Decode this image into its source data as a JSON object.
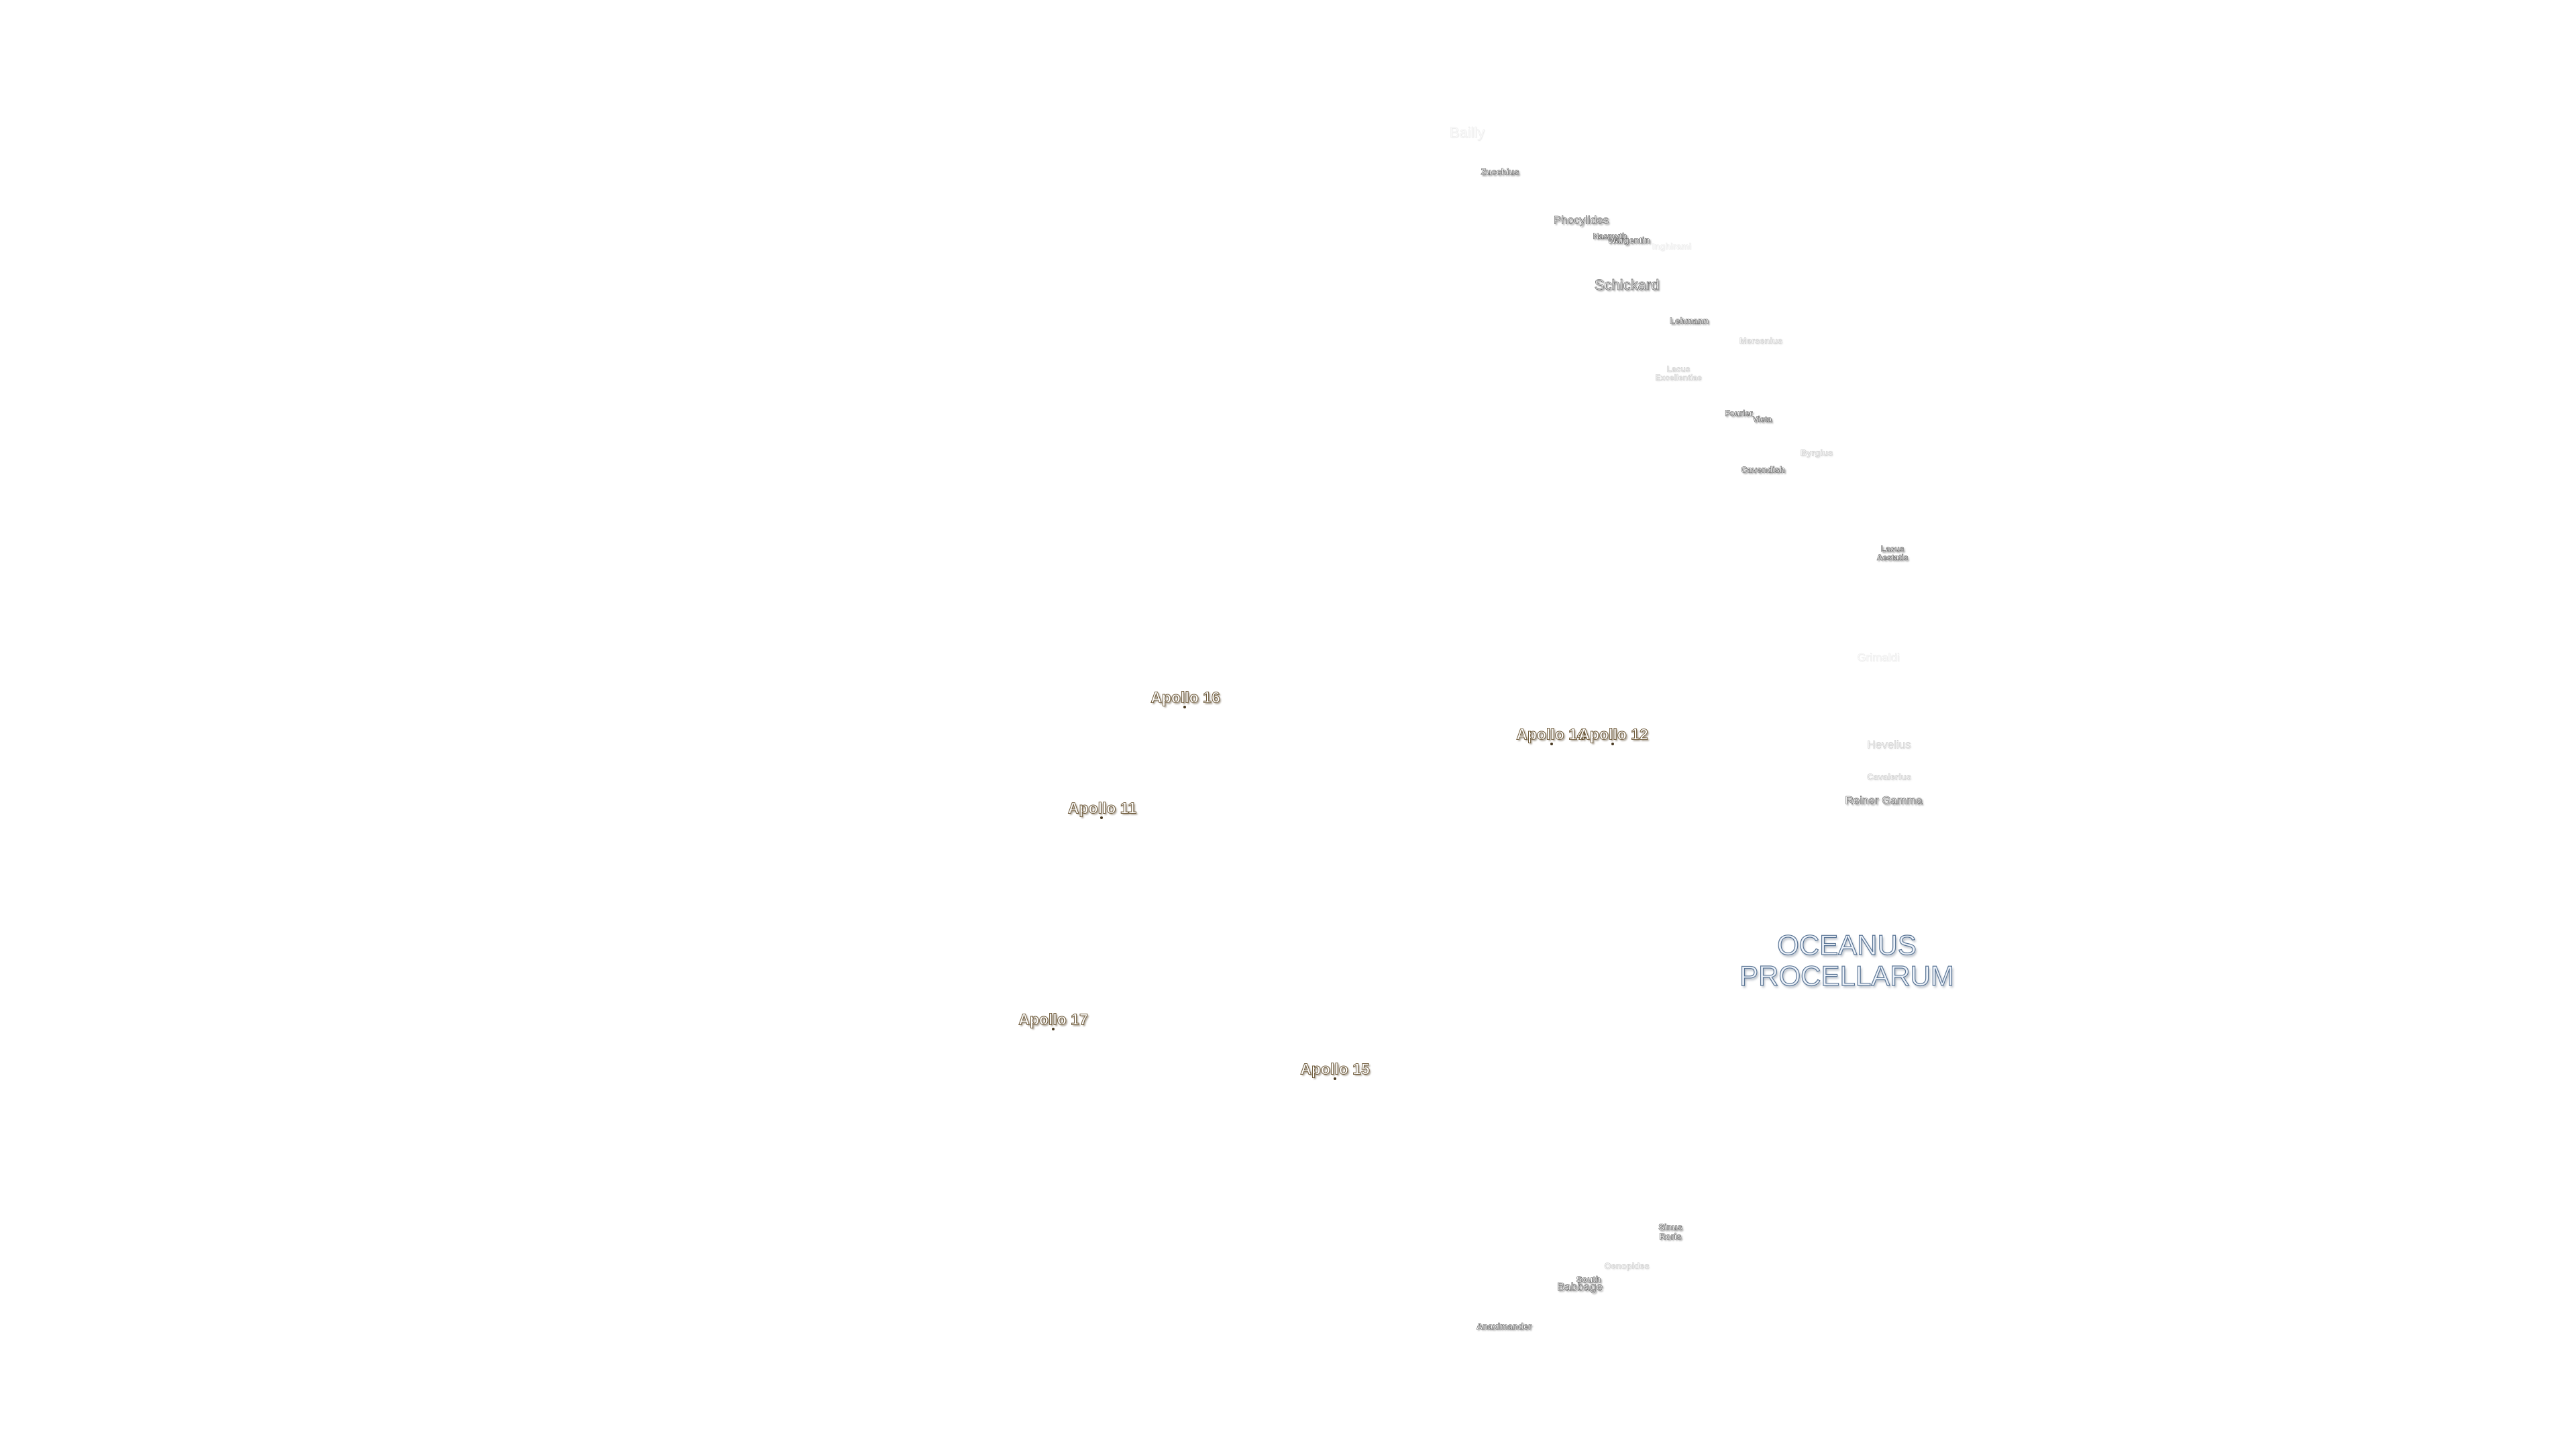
{
  "map": {
    "background_color": "#ffffff",
    "label_color": "#ffffff",
    "outline_color": "#555555",
    "apollo_outline_color": "#6e5a3a",
    "mare_outline_color": "#5b7696"
  },
  "labels": {
    "bailly": "Bailly",
    "zucchius": "Zucchius",
    "phocylides": "Phocylides",
    "nasmyth": "Nasmyth",
    "wargentin": "Wargentin",
    "inghirami": "Inghirami",
    "schickard": "Schickard",
    "lehmann": "Lehmann",
    "mersenius": "Mersenius",
    "lacus_excellentiae": "Lacus\nExcellentiae",
    "fourier": "Fourier",
    "vieta": "Vieta",
    "byrgius": "Byrgius",
    "cavendish": "Cavendish",
    "lacus_aestatis": "Lacus\nAestatis",
    "grimaldi": "Grimaldi",
    "hevelius": "Hevelius",
    "cavalerius": "Cavalerius",
    "reiner_gamma": "Reiner Gamma",
    "oceanus_procellarum": "OCEANUS\nPROCELLARUM",
    "sinus_roris": "Sinus\nRoris",
    "oenopides": "Oenopides",
    "south": "South",
    "babbage": "Babbage",
    "anaximander": "Anaximander"
  },
  "apollo_sites": {
    "apollo_11": "Apollo 11",
    "apollo_12": "Apollo 12",
    "apollo_14": "Apollo 14",
    "apollo_15": "Apollo 15",
    "apollo_16": "Apollo 16",
    "apollo_17": "Apollo 17"
  }
}
